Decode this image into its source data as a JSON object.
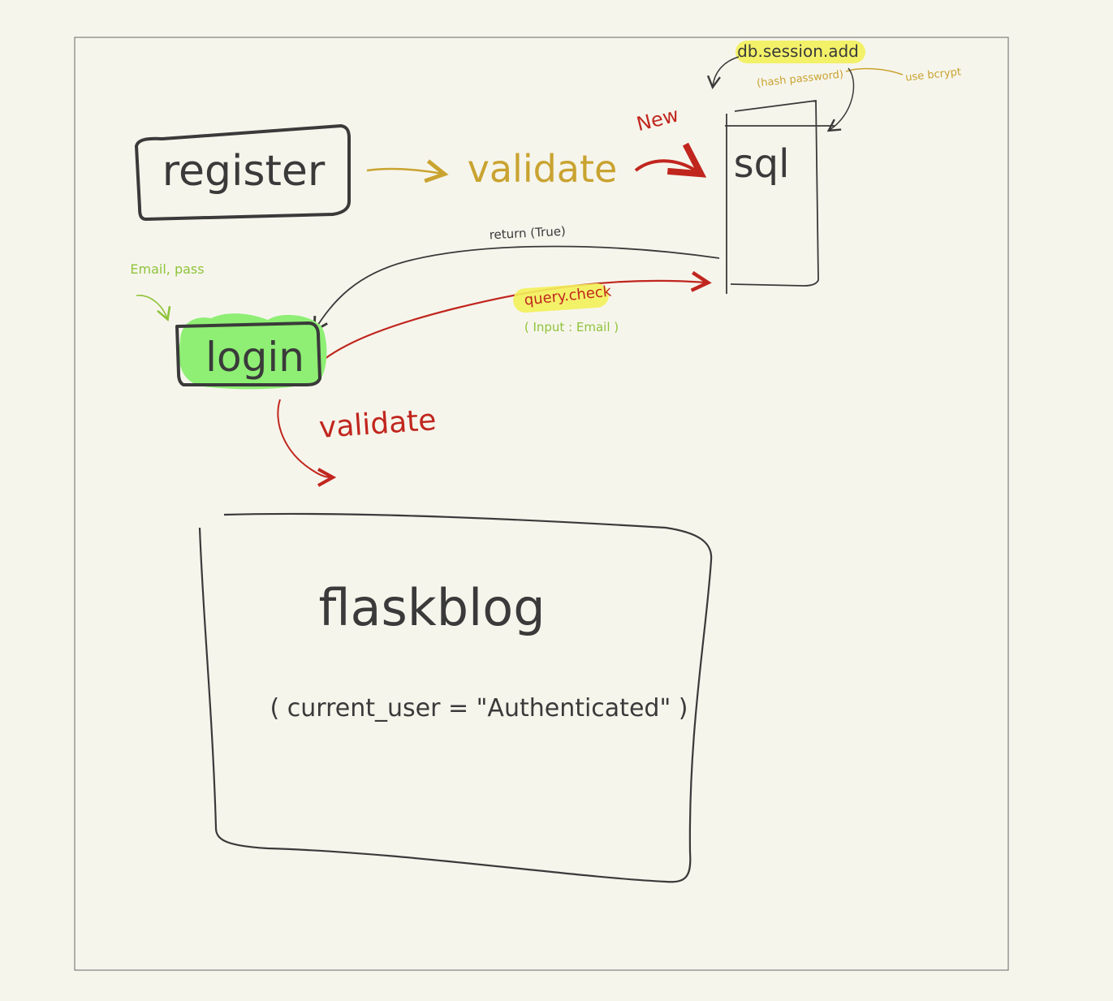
{
  "colors": {
    "background": "#f6f5ec",
    "ink": "#3a3a3a",
    "gold": "#c9a330",
    "red": "#c0261e",
    "green_text": "#8fc43a",
    "login_fill": "#8eef74",
    "highlight": "#f3f15a"
  },
  "nodes": {
    "register": "register",
    "login": "login",
    "sql": "sql",
    "flaskblog": "flaskblog"
  },
  "labels": {
    "validate_top": "validate",
    "validate_bottom": "validate",
    "new": "New",
    "db_session_add": "db.session.add",
    "hash_password": "(hash password)",
    "use_bcrypt": "use bcrypt",
    "return_true": "return (True)",
    "query_check": "query.check",
    "input_email": "( Input : Email )",
    "email_pass": "Email, pass",
    "current_user": "( current_user = \"Authenticated\" )"
  }
}
